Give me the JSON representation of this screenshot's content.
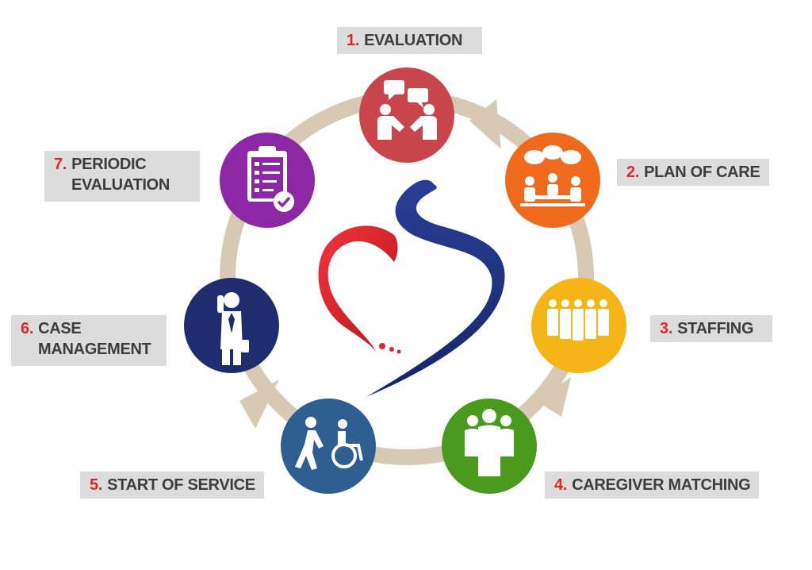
{
  "steps": [
    {
      "num": "1.",
      "text": "EVALUATION",
      "color": "#c8464b",
      "icon": "meeting-handshake-icon"
    },
    {
      "num": "2.",
      "text": "PLAN OF CARE",
      "color": "#f06a1e",
      "icon": "conference-table-icon"
    },
    {
      "num": "3.",
      "text": "STAFFING",
      "color": "#f5b516",
      "icon": "group-of-people-icon"
    },
    {
      "num": "4.",
      "text": "CAREGIVER MATCHING",
      "color": "#4a9a1e",
      "icon": "team-icon"
    },
    {
      "num": "5.",
      "text": "START OF SERVICE",
      "color": "#2f5e90",
      "icon": "wheelchair-assist-icon"
    },
    {
      "num": "6.",
      "text_line1": "CASE",
      "text_line2": "MANAGEMENT",
      "color": "#1f2c6d",
      "icon": "businessman-phone-icon"
    },
    {
      "num": "7.",
      "text_line1": "PERIODIC",
      "text_line2": "EVALUATION",
      "color": "#8c27a6",
      "icon": "clipboard-check-icon"
    }
  ],
  "ring_color": "#d7c9b4",
  "logo_colors": {
    "red": "#e3252b",
    "blue": "#243a8a"
  }
}
